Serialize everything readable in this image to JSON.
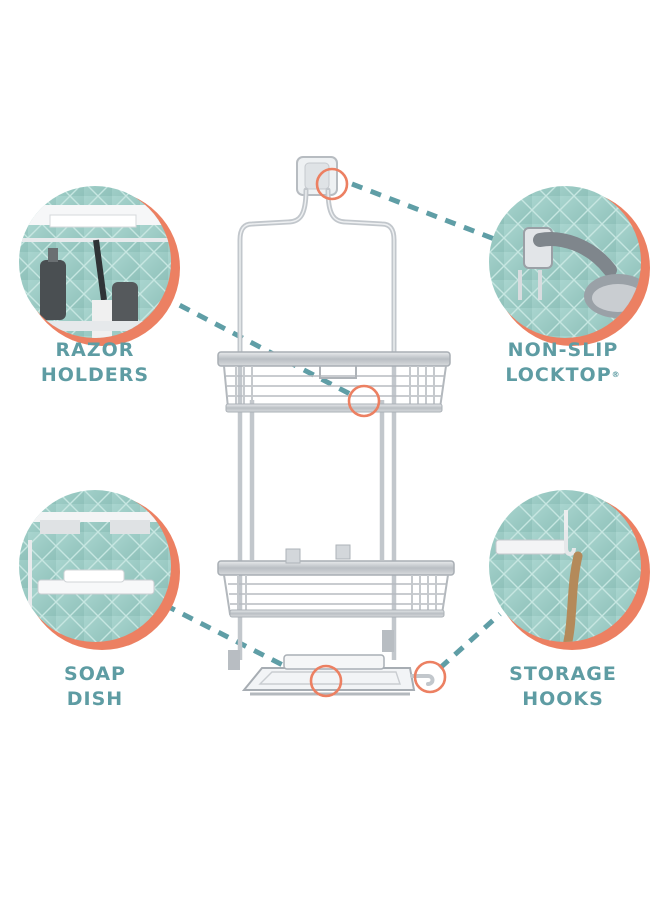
{
  "features": [
    {
      "id": "razor-holders",
      "line1": "RAZOR",
      "line2": "HOLDERS",
      "mark": ""
    },
    {
      "id": "non-slip-locktop",
      "line1": "NON-SLIP",
      "line2": "LOCKTOP",
      "mark": "®"
    },
    {
      "id": "soap-dish",
      "line1": "SOAP",
      "line2": "DISH",
      "mark": ""
    },
    {
      "id": "storage-hooks",
      "line1": "STORAGE",
      "line2": "HOOKS",
      "mark": ""
    }
  ],
  "colors": {
    "label_teal": "#5e9ca3",
    "accent_coral": "#ec8062",
    "dash_teal": "#5f9ea6",
    "tile_teal": "#9ccbc4",
    "metal": "#c8ccd0"
  }
}
